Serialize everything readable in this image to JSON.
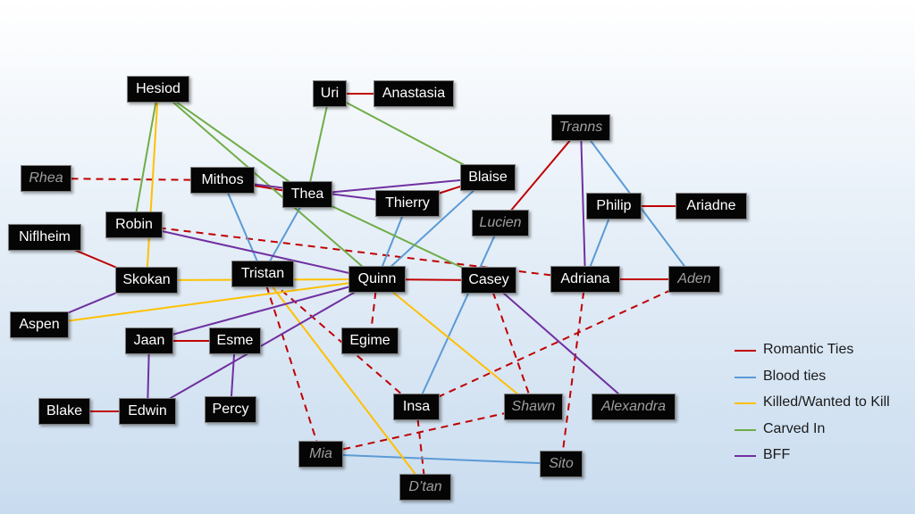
{
  "colors": {
    "romantic": "#c00000",
    "blood": "#5b9bd5",
    "killed": "#ffc000",
    "carved": "#70ad47",
    "bff": "#7030a0"
  },
  "legend": [
    {
      "key": "romantic",
      "label": "Romantic Ties"
    },
    {
      "key": "blood",
      "label": "Blood ties"
    },
    {
      "key": "killed",
      "label": "Killed/Wanted to Kill"
    },
    {
      "key": "carved",
      "label": "Carved In"
    },
    {
      "key": "bff",
      "label": "BFF"
    }
  ],
  "nodes": {
    "hesiod": {
      "label": "Hesiod",
      "dim": false
    },
    "uri": {
      "label": "Uri",
      "dim": false
    },
    "anastasia": {
      "label": "Anastasia",
      "dim": false
    },
    "tranns": {
      "label": "Tranns",
      "dim": true
    },
    "rhea": {
      "label": "Rhea",
      "dim": true
    },
    "mithos": {
      "label": "Mithos",
      "dim": false
    },
    "thea": {
      "label": "Thea",
      "dim": false
    },
    "blaise": {
      "label": "Blaise",
      "dim": false
    },
    "thierry": {
      "label": "Thierry",
      "dim": false
    },
    "philip": {
      "label": "Philip",
      "dim": false
    },
    "ariadne": {
      "label": "Ariadne",
      "dim": false
    },
    "robin": {
      "label": "Robin",
      "dim": false
    },
    "lucien": {
      "label": "Lucien",
      "dim": true
    },
    "niflheim": {
      "label": "Niflheim",
      "dim": false
    },
    "skokan": {
      "label": "Skokan",
      "dim": false
    },
    "tristan": {
      "label": "Tristan",
      "dim": false
    },
    "quinn": {
      "label": "Quinn",
      "dim": false
    },
    "casey": {
      "label": "Casey",
      "dim": false
    },
    "adriana": {
      "label": "Adriana",
      "dim": false
    },
    "aden": {
      "label": "Aden",
      "dim": true
    },
    "aspen": {
      "label": "Aspen",
      "dim": false
    },
    "jaan": {
      "label": "Jaan",
      "dim": false
    },
    "esme": {
      "label": "Esme",
      "dim": false
    },
    "egime": {
      "label": "Egime",
      "dim": false
    },
    "insa": {
      "label": "Insa",
      "dim": false
    },
    "shawn": {
      "label": "Shawn",
      "dim": true
    },
    "alexandra": {
      "label": "Alexandra",
      "dim": true
    },
    "blake": {
      "label": "Blake",
      "dim": false
    },
    "edwin": {
      "label": "Edwin",
      "dim": false
    },
    "percy": {
      "label": "Percy",
      "dim": false
    },
    "mia": {
      "label": "Mia",
      "dim": true
    },
    "sito": {
      "label": "Sito",
      "dim": true
    },
    "dtan": {
      "label": "D’tan",
      "dim": true
    }
  },
  "edges": [
    {
      "from": "uri",
      "to": "anastasia",
      "type": "romantic",
      "dashed": false
    },
    {
      "from": "rhea",
      "to": "mithos",
      "type": "romantic",
      "dashed": true
    },
    {
      "from": "mithos",
      "to": "thea",
      "type": "romantic",
      "dashed": false
    },
    {
      "from": "thierry",
      "to": "blaise",
      "type": "romantic",
      "dashed": false
    },
    {
      "from": "philip",
      "to": "ariadne",
      "type": "romantic",
      "dashed": false
    },
    {
      "from": "niflheim",
      "to": "skokan",
      "type": "romantic",
      "dashed": false
    },
    {
      "from": "quinn",
      "to": "casey",
      "type": "romantic",
      "dashed": false
    },
    {
      "from": "adriana",
      "to": "aden",
      "type": "romantic",
      "dashed": false
    },
    {
      "from": "jaan",
      "to": "esme",
      "type": "romantic",
      "dashed": false
    },
    {
      "from": "blake",
      "to": "edwin",
      "type": "romantic",
      "dashed": false
    },
    {
      "from": "tranns",
      "to": "lucien",
      "type": "romantic",
      "dashed": false
    },
    {
      "from": "robin",
      "to": "adriana",
      "type": "romantic",
      "dashed": true
    },
    {
      "from": "quinn",
      "to": "egime",
      "type": "romantic",
      "dashed": true
    },
    {
      "from": "tristan",
      "to": "insa",
      "type": "romantic",
      "dashed": true
    },
    {
      "from": "tristan",
      "to": "mia",
      "type": "romantic",
      "dashed": true
    },
    {
      "from": "casey",
      "to": "shawn",
      "type": "romantic",
      "dashed": true
    },
    {
      "from": "adriana",
      "to": "sito",
      "type": "romantic",
      "dashed": true
    },
    {
      "from": "aden",
      "to": "insa",
      "type": "romantic",
      "dashed": true
    },
    {
      "from": "shawn",
      "to": "mia",
      "type": "romantic",
      "dashed": true
    },
    {
      "from": "insa",
      "to": "dtan",
      "type": "romantic",
      "dashed": true
    },
    {
      "from": "mithos",
      "to": "tristan",
      "type": "blood",
      "dashed": false
    },
    {
      "from": "thea",
      "to": "tristan",
      "type": "blood",
      "dashed": false
    },
    {
      "from": "thierry",
      "to": "quinn",
      "type": "blood",
      "dashed": false
    },
    {
      "from": "blaise",
      "to": "quinn",
      "type": "blood",
      "dashed": false
    },
    {
      "from": "lucien",
      "to": "insa",
      "type": "blood",
      "dashed": false
    },
    {
      "from": "philip",
      "to": "adriana",
      "type": "blood",
      "dashed": false
    },
    {
      "from": "tranns",
      "to": "aden",
      "type": "blood",
      "dashed": false
    },
    {
      "from": "mia",
      "to": "sito",
      "type": "blood",
      "dashed": false
    },
    {
      "from": "hesiod",
      "to": "skokan",
      "type": "killed",
      "dashed": false
    },
    {
      "from": "skokan",
      "to": "quinn",
      "type": "killed",
      "dashed": false
    },
    {
      "from": "aspen",
      "to": "quinn",
      "type": "killed",
      "dashed": false
    },
    {
      "from": "tristan",
      "to": "dtan",
      "type": "killed",
      "dashed": false
    },
    {
      "from": "quinn",
      "to": "shawn",
      "type": "killed",
      "dashed": false
    },
    {
      "from": "hesiod",
      "to": "robin",
      "type": "carved",
      "dashed": false
    },
    {
      "from": "hesiod",
      "to": "quinn",
      "type": "carved",
      "dashed": false
    },
    {
      "from": "hesiod",
      "to": "thea",
      "type": "carved",
      "dashed": false
    },
    {
      "from": "uri",
      "to": "thea",
      "type": "carved",
      "dashed": false
    },
    {
      "from": "uri",
      "to": "blaise",
      "type": "carved",
      "dashed": false
    },
    {
      "from": "thea",
      "to": "casey",
      "type": "carved",
      "dashed": false
    },
    {
      "from": "mithos",
      "to": "thierry",
      "type": "bff",
      "dashed": false
    },
    {
      "from": "thea",
      "to": "blaise",
      "type": "bff",
      "dashed": false
    },
    {
      "from": "robin",
      "to": "quinn",
      "type": "bff",
      "dashed": false
    },
    {
      "from": "skokan",
      "to": "aspen",
      "type": "bff",
      "dashed": false
    },
    {
      "from": "jaan",
      "to": "quinn",
      "type": "bff",
      "dashed": false
    },
    {
      "from": "quinn",
      "to": "edwin",
      "type": "bff",
      "dashed": false
    },
    {
      "from": "jaan",
      "to": "edwin",
      "type": "bff",
      "dashed": false
    },
    {
      "from": "esme",
      "to": "percy",
      "type": "bff",
      "dashed": false
    },
    {
      "from": "casey",
      "to": "alexandra",
      "type": "bff",
      "dashed": false
    },
    {
      "from": "tranns",
      "to": "adriana",
      "type": "bff",
      "dashed": false
    }
  ]
}
